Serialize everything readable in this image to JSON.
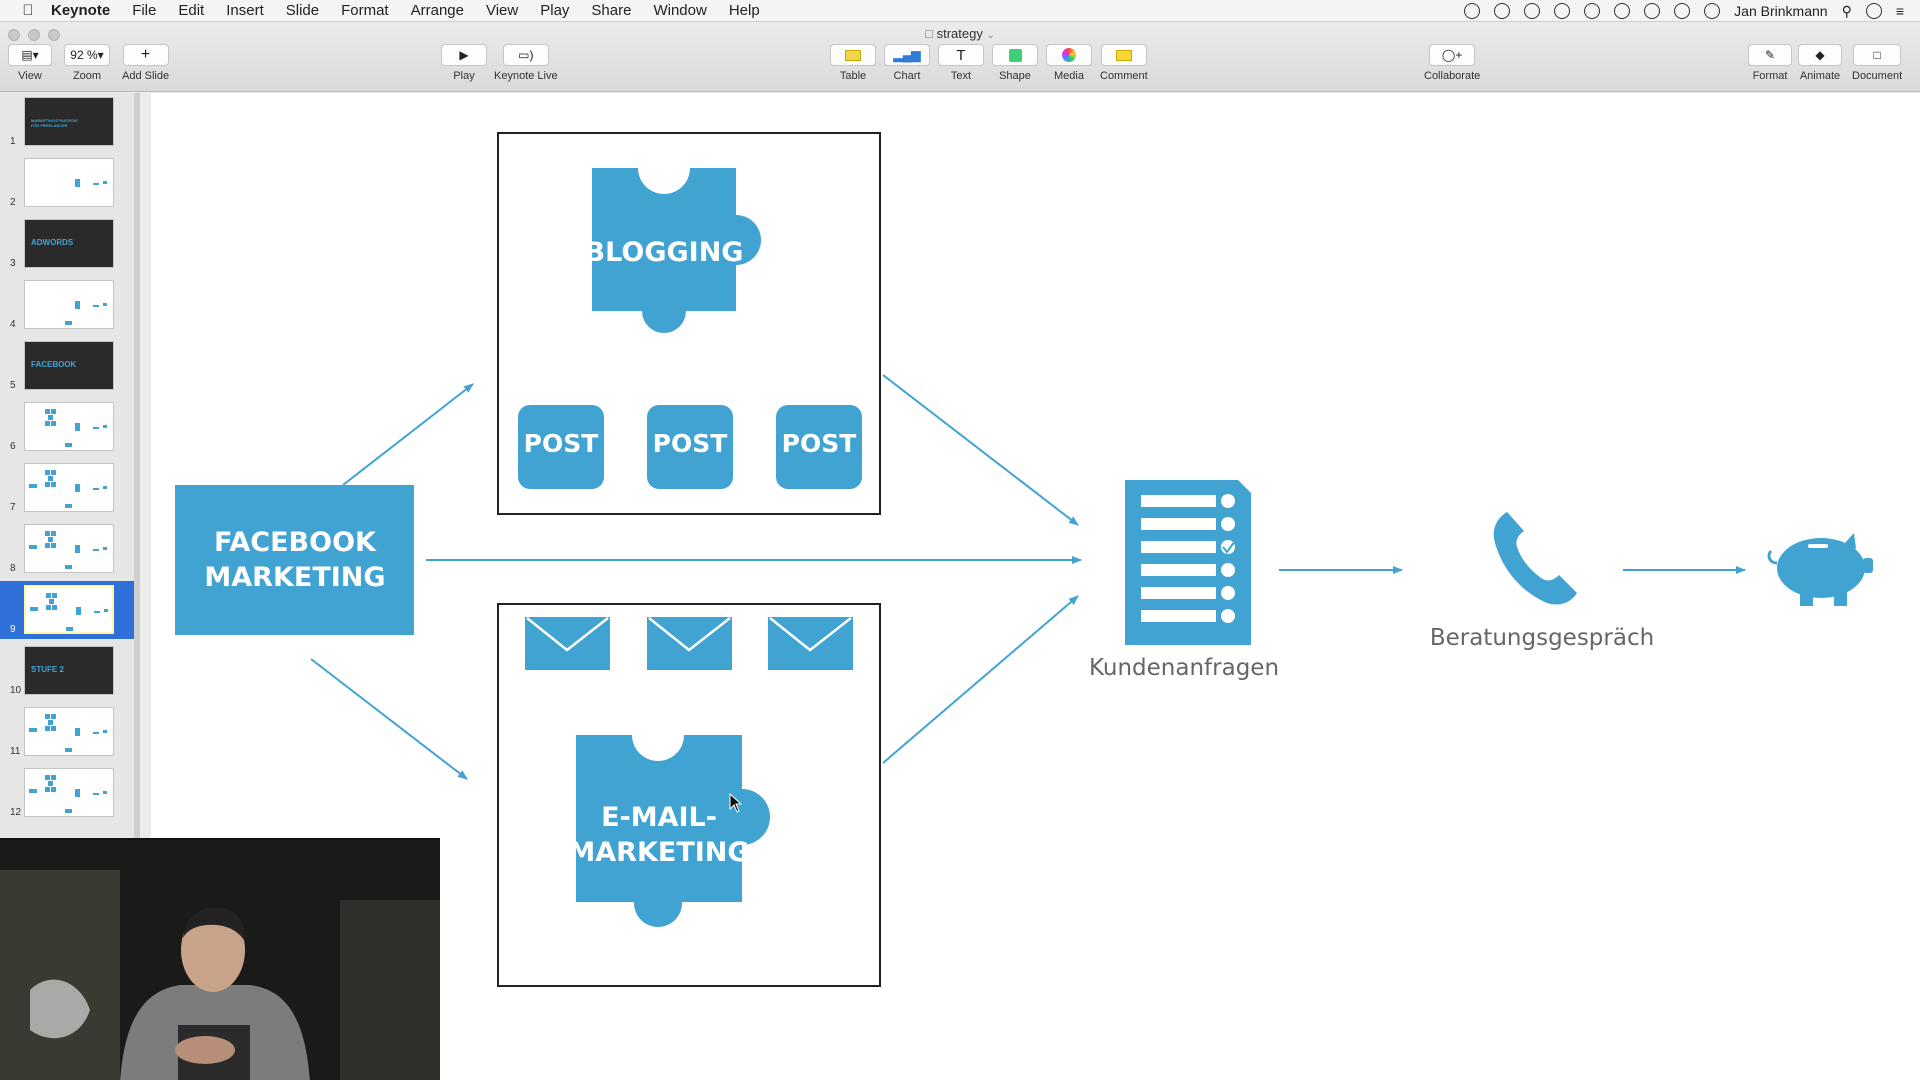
{
  "menubar": {
    "app_name": "Keynote",
    "items": [
      "File",
      "Edit",
      "Insert",
      "Slide",
      "Format",
      "Arrange",
      "View",
      "Play",
      "Share",
      "Window",
      "Help"
    ],
    "user": "Jan Brinkmann"
  },
  "window": {
    "document_title": "strategy"
  },
  "toolbar": {
    "view": "View",
    "zoom_value": "92 %",
    "zoom": "Zoom",
    "add_slide": "Add Slide",
    "play": "Play",
    "keynote_live": "Keynote Live",
    "table": "Table",
    "chart": "Chart",
    "text": "Text",
    "shape": "Shape",
    "media": "Media",
    "comment": "Comment",
    "collaborate": "Collaborate",
    "format": "Format",
    "animate": "Animate",
    "document": "Document"
  },
  "navigator": {
    "selected": 9,
    "slides": [
      {
        "num": "1",
        "style": "dark",
        "label": "MARKETINGSTRATEGIE FÜR FREELANCER"
      },
      {
        "num": "2",
        "style": "light",
        "label": ""
      },
      {
        "num": "3",
        "style": "dark",
        "label": "ADWORDS"
      },
      {
        "num": "4",
        "style": "light",
        "label": ""
      },
      {
        "num": "5",
        "style": "dark",
        "label": "FACEBOOK"
      },
      {
        "num": "6",
        "style": "light",
        "label": ""
      },
      {
        "num": "7",
        "style": "light",
        "label": ""
      },
      {
        "num": "8",
        "style": "light",
        "label": ""
      },
      {
        "num": "9",
        "style": "light",
        "label": ""
      },
      {
        "num": "10",
        "style": "dark",
        "label": "STUFE 2"
      },
      {
        "num": "11",
        "style": "light",
        "label": ""
      },
      {
        "num": "12",
        "style": "light",
        "label": ""
      }
    ]
  },
  "slide": {
    "accent_color": "#41a3d2",
    "facebook_line1": "FACEBOOK",
    "facebook_line2": "MARKETING",
    "blogging": "BLOGGING",
    "post_labels": [
      "POST",
      "POST",
      "POST"
    ],
    "email_line1": "E-MAIL-",
    "email_line2": "MARKETING",
    "kundenanfragen": "Kundenanfragen",
    "beratungsgespraech": "Beratungsgespräch",
    "icons": [
      "puzzle-icon",
      "envelope-icon",
      "checklist-icon",
      "phone-icon",
      "piggy-bank-icon"
    ]
  }
}
